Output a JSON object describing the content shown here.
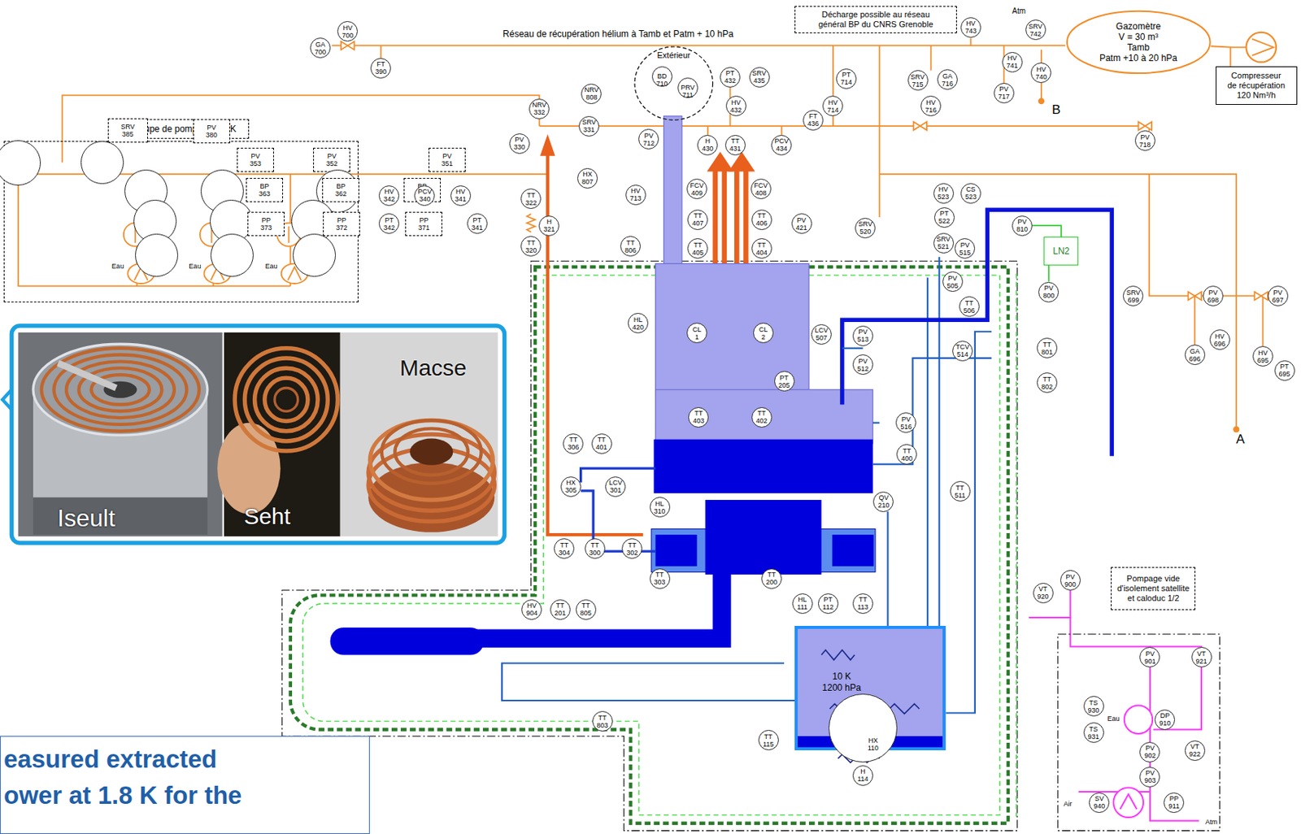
{
  "diagram": {
    "nodes": [
      {
        "text": [
          "GA",
          "700"
        ]
      },
      {
        "text": [
          "HV",
          "700"
        ]
      },
      {
        "text": [
          "FT",
          "390"
        ]
      },
      {
        "text": [
          "Décharge possible au réseau",
          "général BP du CNRS Grenoble"
        ]
      },
      {
        "text": [
          "HV",
          "743"
        ]
      },
      {
        "text": [
          "SRV",
          "742"
        ]
      },
      {
        "text": [
          "Gazomètre",
          "V = 30 m³",
          "Tamb",
          "Patm +10 à 20 hPa"
        ]
      },
      {
        "text": [
          "Compresseur",
          "de récupération",
          "120 Nm³/h"
        ]
      },
      {
        "text": [
          "HV",
          "741"
        ]
      },
      {
        "text": [
          "HV",
          "740"
        ]
      },
      {
        "text": [
          "PV",
          "717"
        ]
      },
      {
        "text": [
          "SRV",
          "715"
        ]
      },
      {
        "text": [
          "GA",
          "716"
        ]
      },
      {
        "text": [
          "HV",
          "716"
        ]
      },
      {
        "text": [
          "PT",
          "714"
        ]
      },
      {
        "text": [
          "HV",
          "714"
        ]
      },
      {
        "text": [
          "FT",
          "436"
        ]
      },
      {
        "text": [
          "PT",
          "432"
        ]
      },
      {
        "text": [
          "SRV",
          "435"
        ]
      },
      {
        "text": [
          "HV",
          "432"
        ]
      },
      {
        "text": [
          "Extérieur"
        ]
      },
      {
        "text": [
          "BD",
          "710"
        ],
        "in": 20
      },
      {
        "text": [
          "PRV",
          "711"
        ],
        "in": 20
      },
      {
        "text": [
          "NRV",
          "808"
        ]
      },
      {
        "text": [
          "NRV",
          "332"
        ]
      },
      {
        "text": [
          "SRV",
          "331"
        ]
      },
      {
        "text": [
          "PV",
          "330"
        ]
      },
      {
        "text": [
          "PV",
          "712"
        ]
      },
      {
        "text": [
          "H",
          "430"
        ]
      },
      {
        "text": [
          "TT",
          "431"
        ]
      },
      {
        "text": [
          "PCV",
          "434"
        ]
      },
      {
        "text": [
          "Groupe de pompage 1,8 K"
        ]
      },
      {
        "text": [
          "SRV",
          "385"
        ],
        "in": 31
      },
      {
        "text": [
          "PV",
          "380"
        ],
        "in": 31
      },
      {
        "text": [
          "PV",
          "353"
        ],
        "in": 31
      },
      {
        "text": [
          "PV",
          "352"
        ],
        "in": 31
      },
      {
        "text": [
          "PV",
          "351"
        ],
        "in": 31
      },
      {
        "text": [
          "BP",
          "363"
        ],
        "in": 31
      },
      {
        "text": [
          "BP",
          "362"
        ],
        "in": 31
      },
      {
        "text": [
          "BP",
          "361"
        ],
        "in": 31
      },
      {
        "text": [
          "PP",
          "373"
        ],
        "in": 31
      },
      {
        "text": [
          "PP",
          "372"
        ],
        "in": 31
      },
      {
        "text": [
          "PP",
          "371"
        ],
        "in": 31
      },
      {
        "text": [
          "HV",
          "342"
        ]
      },
      {
        "text": [
          "PCV",
          "340"
        ]
      },
      {
        "text": [
          "HV",
          "341"
        ]
      },
      {
        "text": [
          "PT",
          "342"
        ]
      },
      {
        "text": [
          "PT",
          "341"
        ]
      },
      {
        "text": [
          "TT",
          "322"
        ]
      },
      {
        "text": [
          "H",
          "321"
        ]
      },
      {
        "text": [
          "TT",
          "320"
        ]
      },
      {
        "text": [
          "HX",
          "807"
        ]
      },
      {
        "text": [
          "HV",
          "713"
        ]
      },
      {
        "text": [
          "FCV",
          "409"
        ]
      },
      {
        "text": [
          "FCV",
          "408"
        ]
      },
      {
        "text": [
          "TT",
          "407"
        ]
      },
      {
        "text": [
          "TT",
          "406"
        ]
      },
      {
        "text": [
          "TT",
          "405"
        ]
      },
      {
        "text": [
          "TT",
          "404"
        ]
      },
      {
        "text": [
          "PV",
          "421"
        ]
      },
      {
        "text": [
          "TT",
          "806"
        ]
      },
      {
        "text": [
          "HV",
          "523"
        ]
      },
      {
        "text": [
          "CS",
          "523"
        ]
      },
      {
        "text": [
          "PT",
          "522"
        ]
      },
      {
        "text": [
          "SRV",
          "520"
        ]
      },
      {
        "text": [
          "SRV",
          "521"
        ]
      },
      {
        "text": [
          "PV",
          "515"
        ]
      },
      {
        "text": [
          "PV",
          "810"
        ]
      },
      {
        "text": [
          "LN2"
        ]
      },
      {
        "text": [
          "PV",
          "800"
        ]
      },
      {
        "text": [
          "SRV",
          "699"
        ]
      },
      {
        "text": [
          "PV",
          "698"
        ]
      },
      {
        "text": [
          "PV",
          "697"
        ]
      },
      {
        "text": [
          "HV",
          "696"
        ]
      },
      {
        "text": [
          "GA",
          "696"
        ]
      },
      {
        "text": [
          "HV",
          "695"
        ]
      },
      {
        "text": [
          "PT",
          "695"
        ]
      },
      {
        "text": [
          "PV",
          "505"
        ]
      },
      {
        "text": [
          "TT",
          "506"
        ]
      },
      {
        "text": [
          "HL",
          "420"
        ]
      },
      {
        "text": [
          "CL",
          "1"
        ]
      },
      {
        "text": [
          "CL",
          "2"
        ]
      },
      {
        "text": [
          "LCV",
          "507"
        ]
      },
      {
        "text": [
          "PV",
          "513"
        ]
      },
      {
        "text": [
          "TCV",
          "514"
        ]
      },
      {
        "text": [
          "TT",
          "801"
        ]
      },
      {
        "text": [
          "PV",
          "512"
        ]
      },
      {
        "text": [
          "PT",
          "205"
        ]
      },
      {
        "text": [
          "TT",
          "802"
        ]
      },
      {
        "text": [
          "TT",
          "403"
        ]
      },
      {
        "text": [
          "TT",
          "402"
        ]
      },
      {
        "text": [
          "PV",
          "516"
        ]
      },
      {
        "text": [
          "TT",
          "306"
        ]
      },
      {
        "text": [
          "TT",
          "401"
        ]
      },
      {
        "text": [
          "TT",
          "400"
        ]
      },
      {
        "text": [
          "HX",
          "305"
        ]
      },
      {
        "text": [
          "LCV",
          "301"
        ]
      },
      {
        "text": [
          "TT",
          "511"
        ]
      },
      {
        "text": [
          "QV",
          "210"
        ]
      },
      {
        "text": [
          "HL",
          "310"
        ]
      },
      {
        "text": [
          "TT",
          "304"
        ]
      },
      {
        "text": [
          "TT",
          "300"
        ]
      },
      {
        "text": [
          "TT",
          "302"
        ]
      },
      {
        "text": [
          "TT",
          "303"
        ]
      },
      {
        "text": [
          "TT",
          "200"
        ]
      },
      {
        "text": [
          "Pompage vide",
          "d'isolement satellite",
          "et caloduc 1/2"
        ]
      },
      {
        "text": [
          "PV",
          "900"
        ]
      },
      {
        "text": [
          "VT",
          "920"
        ]
      },
      {
        "text": [
          "HV",
          "904"
        ]
      },
      {
        "text": [
          "TT",
          "201"
        ]
      },
      {
        "text": [
          "TT",
          "805"
        ]
      },
      {
        "text": [
          "HL",
          "111"
        ]
      },
      {
        "text": [
          "PT",
          "112"
        ]
      },
      {
        "text": [
          "TT",
          "113"
        ]
      },
      {
        "text": [
          "10 K",
          "1200 hPa"
        ]
      },
      {
        "text": [
          "HX",
          "110"
        ],
        "in": 114
      },
      {
        "text": [
          "PV",
          "901"
        ]
      },
      {
        "text": [
          "VT",
          "921"
        ]
      },
      {
        "text": [
          "TS",
          "930"
        ]
      },
      {
        "text": [
          "DP",
          "910"
        ]
      },
      {
        "text": [
          "TT",
          "803"
        ]
      },
      {
        "text": [
          "TS",
          "931"
        ]
      },
      {
        "text": [
          "TT",
          "115"
        ]
      },
      {
        "text": [
          "PV",
          "902"
        ]
      },
      {
        "text": [
          "VT",
          "922"
        ]
      },
      {
        "text": [
          "H",
          "114"
        ]
      },
      {
        "text": [
          "PV",
          "903"
        ]
      },
      {
        "text": [
          "SV",
          "940"
        ]
      },
      {
        "text": [
          "PP",
          "911"
        ]
      },
      {
        "text": [
          "PV",
          "718"
        ]
      },
      {
        "text": [
          "easured extracted",
          "ower at 1.8 K for the"
        ]
      }
    ],
    "edges": [
      {
        "from": 6,
        "to": 7,
        "arrow": "none"
      },
      {
        "from": 67,
        "to": 68,
        "arrow": "none"
      },
      {
        "from": 69,
        "to": 68,
        "arrow": "none"
      }
    ],
    "labels": [
      "Réseau de récupération hélium à Tamb et Patm + 10 hPa",
      "Atm",
      "B",
      "A",
      "Eau",
      "Eau",
      "Eau",
      "Iseult",
      "Seht",
      "Macse",
      "Eau",
      "Air",
      "Atm"
    ]
  }
}
